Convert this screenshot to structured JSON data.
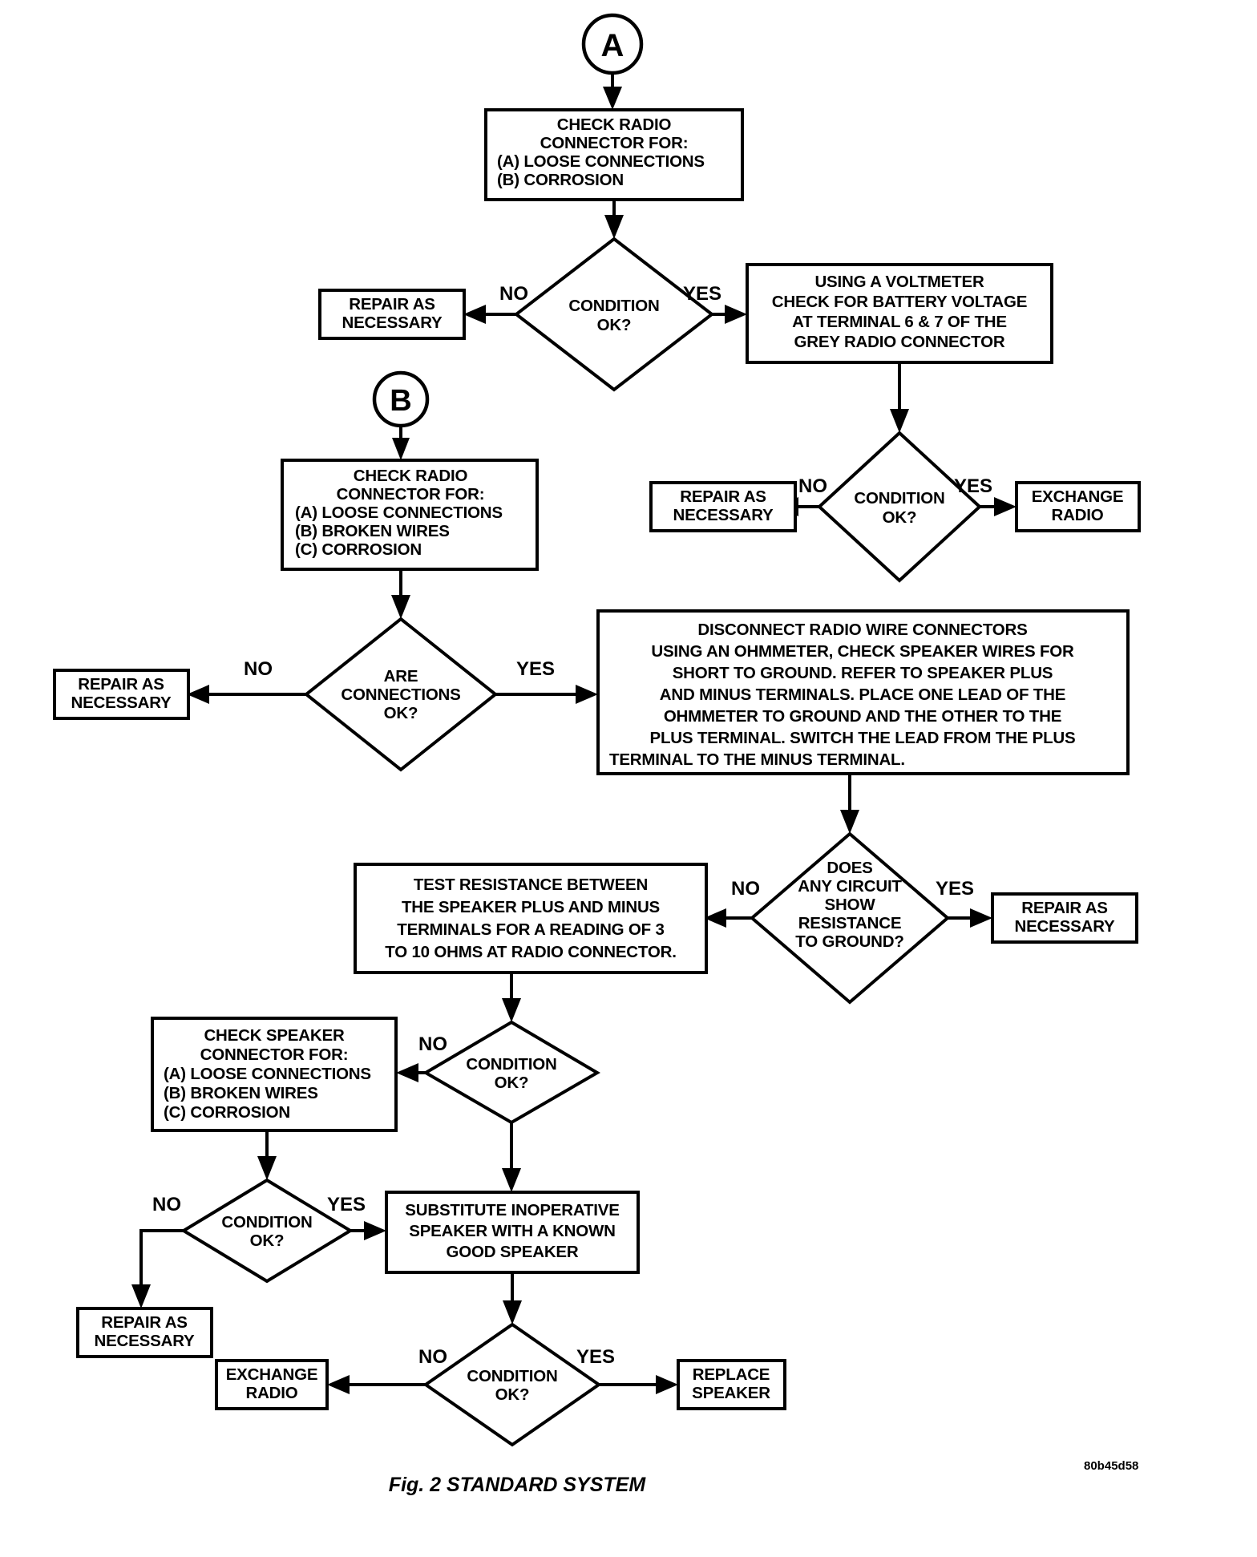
{
  "figure": {
    "caption": "Fig. 2 STANDARD SYSTEM",
    "code": "80b45d58"
  },
  "connectors": {
    "a": "A",
    "b": "B"
  },
  "edge_labels": {
    "no": "NO",
    "yes": "YES"
  },
  "nodes": {
    "check_radio_connector_1": {
      "lines": [
        "CHECK RADIO",
        "CONNECTOR FOR:",
        "(A) LOOSE CONNECTIONS",
        "(B) CORROSION"
      ]
    },
    "condition_ok_1": {
      "lines": [
        "CONDITION",
        "OK?"
      ]
    },
    "repair_as_necessary_1": {
      "lines": [
        "REPAIR AS",
        "NECESSARY"
      ]
    },
    "using_voltmeter": {
      "lines": [
        "USING A VOLTMETER",
        "CHECK FOR BATTERY VOLTAGE",
        "AT TERMINAL 6 & 7 OF THE",
        "GREY RADIO CONNECTOR"
      ]
    },
    "condition_ok_2": {
      "lines": [
        "CONDITION",
        "OK?"
      ]
    },
    "repair_as_necessary_2": {
      "lines": [
        "REPAIR AS",
        "NECESSARY"
      ]
    },
    "exchange_radio_1": {
      "lines": [
        "EXCHANGE",
        "RADIO"
      ]
    },
    "check_radio_connector_2": {
      "lines": [
        "CHECK RADIO",
        "CONNECTOR FOR:",
        "(A) LOOSE CONNECTIONS",
        "(B) BROKEN WIRES",
        "(C) CORROSION"
      ]
    },
    "are_connections_ok": {
      "lines": [
        "ARE",
        "CONNECTIONS",
        "OK?"
      ]
    },
    "repair_as_necessary_3": {
      "lines": [
        "REPAIR AS",
        "NECESSARY"
      ]
    },
    "disconnect_radio_wire": {
      "lines": [
        "DISCONNECT RADIO WIRE CONNECTORS",
        "USING AN OHMMETER, CHECK SPEAKER WIRES FOR",
        "SHORT TO GROUND.  REFER TO SPEAKER PLUS",
        "AND MINUS TERMINALS. PLACE ONE LEAD OF THE",
        "OHMMETER TO GROUND AND THE OTHER TO THE",
        "PLUS TERMINAL.  SWITCH THE LEAD FROM THE PLUS",
        "TERMINAL TO THE MINUS TERMINAL."
      ]
    },
    "does_any_circuit": {
      "lines": [
        "DOES",
        "ANY CIRCUIT",
        "SHOW",
        "RESISTANCE",
        "TO GROUND?"
      ]
    },
    "repair_as_necessary_4": {
      "lines": [
        "REPAIR AS",
        "NECESSARY"
      ]
    },
    "test_resistance": {
      "lines": [
        "TEST RESISTANCE BETWEEN",
        "THE SPEAKER PLUS AND MINUS",
        "TERMINALS FOR A READING OF 3",
        "TO 10 OHMS AT RADIO CONNECTOR."
      ]
    },
    "condition_ok_3": {
      "lines": [
        "CONDITION",
        "OK?"
      ]
    },
    "check_speaker_connector": {
      "lines": [
        "CHECK SPEAKER",
        "CONNECTOR FOR:",
        "(A) LOOSE CONNECTIONS",
        "(B) BROKEN WIRES",
        "(C) CORROSION"
      ]
    },
    "condition_ok_4": {
      "lines": [
        "CONDITION",
        "OK?"
      ]
    },
    "repair_as_necessary_5": {
      "lines": [
        "REPAIR AS",
        "NECESSARY"
      ]
    },
    "substitute_speaker": {
      "lines": [
        "SUBSTITUTE INOPERATIVE",
        "SPEAKER WITH A KNOWN",
        "GOOD SPEAKER"
      ]
    },
    "condition_ok_5": {
      "lines": [
        "CONDITION",
        "OK?"
      ]
    },
    "exchange_radio_2": {
      "lines": [
        "EXCHANGE",
        "RADIO"
      ]
    },
    "replace_speaker": {
      "lines": [
        "REPLACE",
        "SPEAKER"
      ]
    }
  },
  "chart_data": {
    "type": "diagram",
    "title": "Fig. 2 STANDARD SYSTEM",
    "flow": [
      {
        "from": "A",
        "to": "CHECK RADIO CONNECTOR FOR: (A) LOOSE CONNECTIONS (B) CORROSION",
        "label": ""
      },
      {
        "from": "CHECK RADIO CONNECTOR FOR: (A) LOOSE CONNECTIONS (B) CORROSION",
        "to": "CONDITION OK?",
        "label": ""
      },
      {
        "from": "CONDITION OK?",
        "to": "REPAIR AS NECESSARY",
        "label": "NO"
      },
      {
        "from": "CONDITION OK?",
        "to": "USING A VOLTMETER CHECK FOR BATTERY VOLTAGE AT TERMINAL 6 & 7 OF THE GREY RADIO CONNECTOR",
        "label": "YES"
      },
      {
        "from": "USING A VOLTMETER...",
        "to": "CONDITION OK?",
        "label": ""
      },
      {
        "from": "CONDITION OK?",
        "to": "REPAIR AS NECESSARY",
        "label": "NO"
      },
      {
        "from": "CONDITION OK?",
        "to": "EXCHANGE RADIO",
        "label": "YES"
      },
      {
        "from": "B",
        "to": "CHECK RADIO CONNECTOR FOR: (A) LOOSE CONNECTIONS (B) BROKEN WIRES (C) CORROSION",
        "label": ""
      },
      {
        "from": "CHECK RADIO CONNECTOR FOR (3 items)",
        "to": "ARE CONNECTIONS OK?",
        "label": ""
      },
      {
        "from": "ARE CONNECTIONS OK?",
        "to": "REPAIR AS NECESSARY",
        "label": "NO"
      },
      {
        "from": "ARE CONNECTIONS OK?",
        "to": "DISCONNECT RADIO WIRE CONNECTORS...",
        "label": "YES"
      },
      {
        "from": "DISCONNECT RADIO WIRE CONNECTORS...",
        "to": "DOES ANY CIRCUIT SHOW RESISTANCE TO GROUND?",
        "label": ""
      },
      {
        "from": "DOES ANY CIRCUIT SHOW RESISTANCE TO GROUND?",
        "to": "TEST RESISTANCE BETWEEN THE SPEAKER PLUS AND MINUS TERMINALS...",
        "label": "NO"
      },
      {
        "from": "DOES ANY CIRCUIT SHOW RESISTANCE TO GROUND?",
        "to": "REPAIR AS NECESSARY",
        "label": "YES"
      },
      {
        "from": "TEST RESISTANCE...",
        "to": "CONDITION OK?",
        "label": ""
      },
      {
        "from": "CONDITION OK?",
        "to": "CHECK SPEAKER CONNECTOR FOR: ...",
        "label": "NO"
      },
      {
        "from": "CONDITION OK?",
        "to": "SUBSTITUTE INOPERATIVE SPEAKER WITH A KNOWN GOOD SPEAKER",
        "label": ""
      },
      {
        "from": "CHECK SPEAKER CONNECTOR FOR: ...",
        "to": "CONDITION OK?",
        "label": ""
      },
      {
        "from": "CONDITION OK?",
        "to": "REPAIR AS NECESSARY",
        "label": "NO"
      },
      {
        "from": "CONDITION OK?",
        "to": "SUBSTITUTE INOPERATIVE SPEAKER WITH A KNOWN GOOD SPEAKER",
        "label": "YES"
      },
      {
        "from": "SUBSTITUTE INOPERATIVE SPEAKER...",
        "to": "CONDITION OK?",
        "label": ""
      },
      {
        "from": "CONDITION OK?",
        "to": "EXCHANGE RADIO",
        "label": "NO"
      },
      {
        "from": "CONDITION OK?",
        "to": "REPLACE SPEAKER",
        "label": "YES"
      }
    ]
  }
}
